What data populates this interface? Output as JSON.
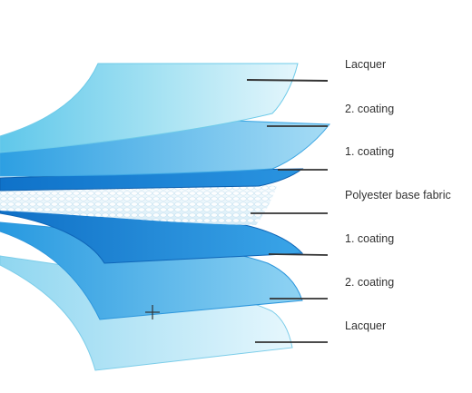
{
  "diagram": {
    "layers": [
      {
        "label": "Lacquer"
      },
      {
        "label": "2. coating"
      },
      {
        "label": "1. coating"
      },
      {
        "label": "Polyester base fabric"
      },
      {
        "label": "1. coating"
      },
      {
        "label": "2. coating"
      },
      {
        "label": "Lacquer"
      }
    ]
  },
  "colors": {
    "lacquer": "#a9e2f2",
    "coating_2": "#5cc3ec",
    "coating_1": "#1d8fd9",
    "fabric": "#eef6fb",
    "leader_line": "#333333"
  }
}
